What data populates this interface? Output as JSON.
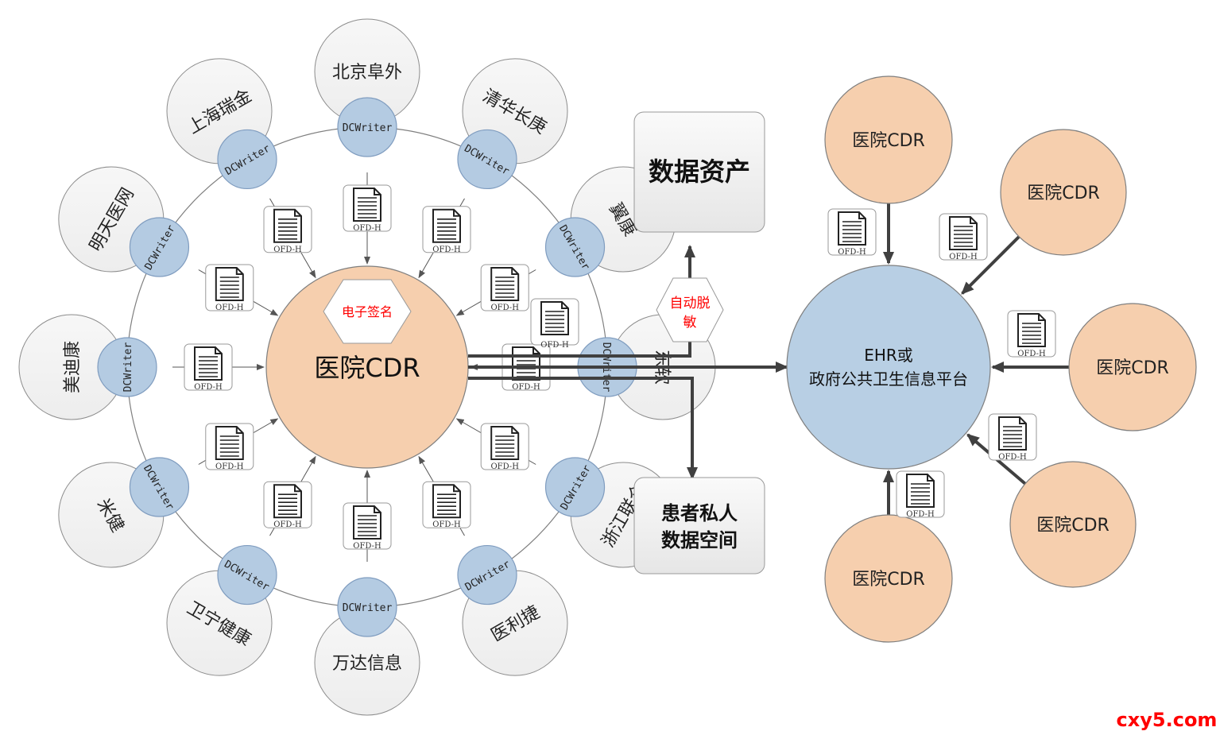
{
  "center": {
    "label": "医院CDR",
    "badge": "电子签名"
  },
  "writer_label": "DCWriter",
  "doc_label": "OFD-H",
  "vendors": [
    "北京阜外",
    "清华长庚",
    "翼康",
    "东软",
    "浙江联众",
    "医利捷",
    "万达信息",
    "卫宁健康",
    "米健",
    "美迪康",
    "明天医网",
    "上海瑞金"
  ],
  "data_asset": "数据资产",
  "deidentify": "自动脱敏",
  "patient_space": [
    "患者私人",
    "数据空间"
  ],
  "platform": [
    "EHR或",
    "政府公共卫生信息平台"
  ],
  "hospital_cdr": "医院CDR",
  "watermark": "cxy5.com",
  "colors": {
    "cdr_fill": "#f6cfae",
    "cdr_stroke": "#7f7f7f",
    "writer_fill": "#b4cbe2",
    "vendor_fill": "#f3f3f3",
    "platform_fill": "#b8cfe4",
    "arrow": "#404040",
    "badge_text": "#ff0000",
    "watermark": "#ff0000"
  }
}
